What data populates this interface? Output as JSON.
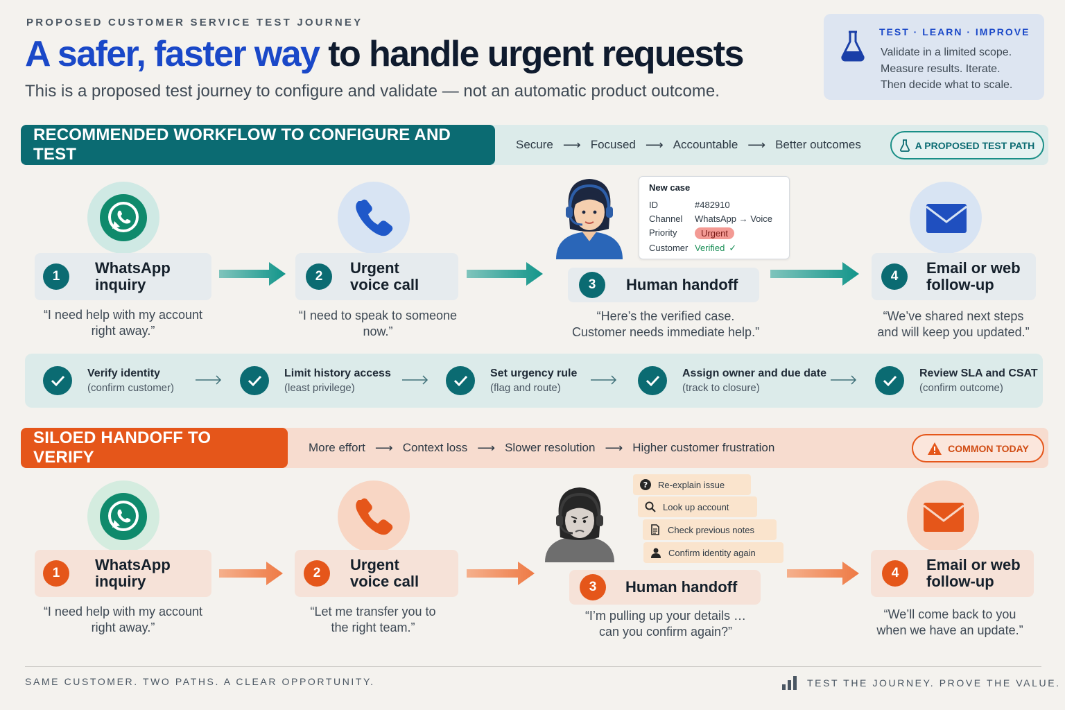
{
  "header": {
    "eyebrow": "PROPOSED CUSTOMER SERVICE TEST JOURNEY",
    "headline_lead": "A ",
    "headline_accent": "safer, faster way",
    "headline_rest": " to handle urgent requests",
    "subhead": "This is a proposed test journey to configure and validate — not an automatic product outcome."
  },
  "test_box": {
    "title": "TEST · LEARN · IMPROVE",
    "lines": [
      "Validate in a limited scope.",
      "Measure results. Iterate.",
      "Then decide what to scale."
    ]
  },
  "recommended": {
    "title": "RECOMMENDED WORKFLOW TO CONFIGURE AND TEST",
    "flow": [
      "Secure",
      "Focused",
      "Accountable",
      "Better outcomes"
    ],
    "pill": "A PROPOSED TEST PATH",
    "steps": [
      {
        "num": "1",
        "label_l1": "WhatsApp",
        "label_l2": "inquiry",
        "quote_l1": "“I need help with my account",
        "quote_l2": "right away.”"
      },
      {
        "num": "2",
        "label_l1": "Urgent",
        "label_l2": "voice call",
        "quote_l1": "“I need to speak to someone",
        "quote_l2": "now.”"
      },
      {
        "num": "3",
        "label": "Human handoff",
        "quote_l1": "“Here’s the verified case.",
        "quote_l2": "Customer needs immediate help.”"
      },
      {
        "num": "4",
        "label_l1": "Email or web",
        "label_l2": "follow-up",
        "quote_l1": "“We’ve shared next steps",
        "quote_l2": "and will keep you updated.”"
      }
    ],
    "case": {
      "title": "New case",
      "id_k": "ID",
      "id_v": "#482910",
      "channel_k": "Channel",
      "channel_v": "WhatsApp → Voice",
      "priority_k": "Priority",
      "priority_v": "Urgent",
      "customer_k": "Customer",
      "customer_v": "Verified"
    },
    "checklist": [
      {
        "title": "Verify identity",
        "sub": "(confirm customer)"
      },
      {
        "title": "Limit history access",
        "sub": "(least privilege)"
      },
      {
        "title": "Set urgency rule",
        "sub": "(flag and route)"
      },
      {
        "title": "Assign owner and due date",
        "sub": "(track to closure)"
      },
      {
        "title": "Review SLA and CSAT",
        "sub": "(confirm outcome)"
      }
    ]
  },
  "siloed": {
    "title": "SILOED HANDOFF TO VERIFY",
    "flow": [
      "More effort",
      "Context loss",
      "Slower resolution",
      "Higher customer frustration"
    ],
    "pill": "COMMON TODAY",
    "steps": [
      {
        "num": "1",
        "label_l1": "WhatsApp",
        "label_l2": "inquiry",
        "quote_l1": "“I need help with my account",
        "quote_l2": "right away.”"
      },
      {
        "num": "2",
        "label_l1": "Urgent",
        "label_l2": "voice call",
        "quote_l1": "“Let me transfer you to",
        "quote_l2": "the right team.”"
      },
      {
        "num": "3",
        "label": "Human handoff",
        "quote_l1": "“I’m pulling up your details …",
        "quote_l2": "can you confirm again?”"
      },
      {
        "num": "4",
        "label_l1": "Email or web",
        "label_l2": "follow-up",
        "quote_l1": "“We’ll come back to you",
        "quote_l2": "when we have an update.”"
      }
    ],
    "tasks": [
      "Re-explain issue",
      "Look up account",
      "Check previous notes",
      "Confirm identity again"
    ]
  },
  "footer": {
    "left": "SAME CUSTOMER. TWO PATHS. A CLEAR OPPORTUNITY.",
    "right": "TEST THE JOURNEY. PROVE THE VALUE."
  },
  "colors": {
    "teal": "#0b6b72",
    "blue_accent": "#1a48c8",
    "orange": "#e5561a",
    "whatsapp_green": "#0f8a6c"
  }
}
